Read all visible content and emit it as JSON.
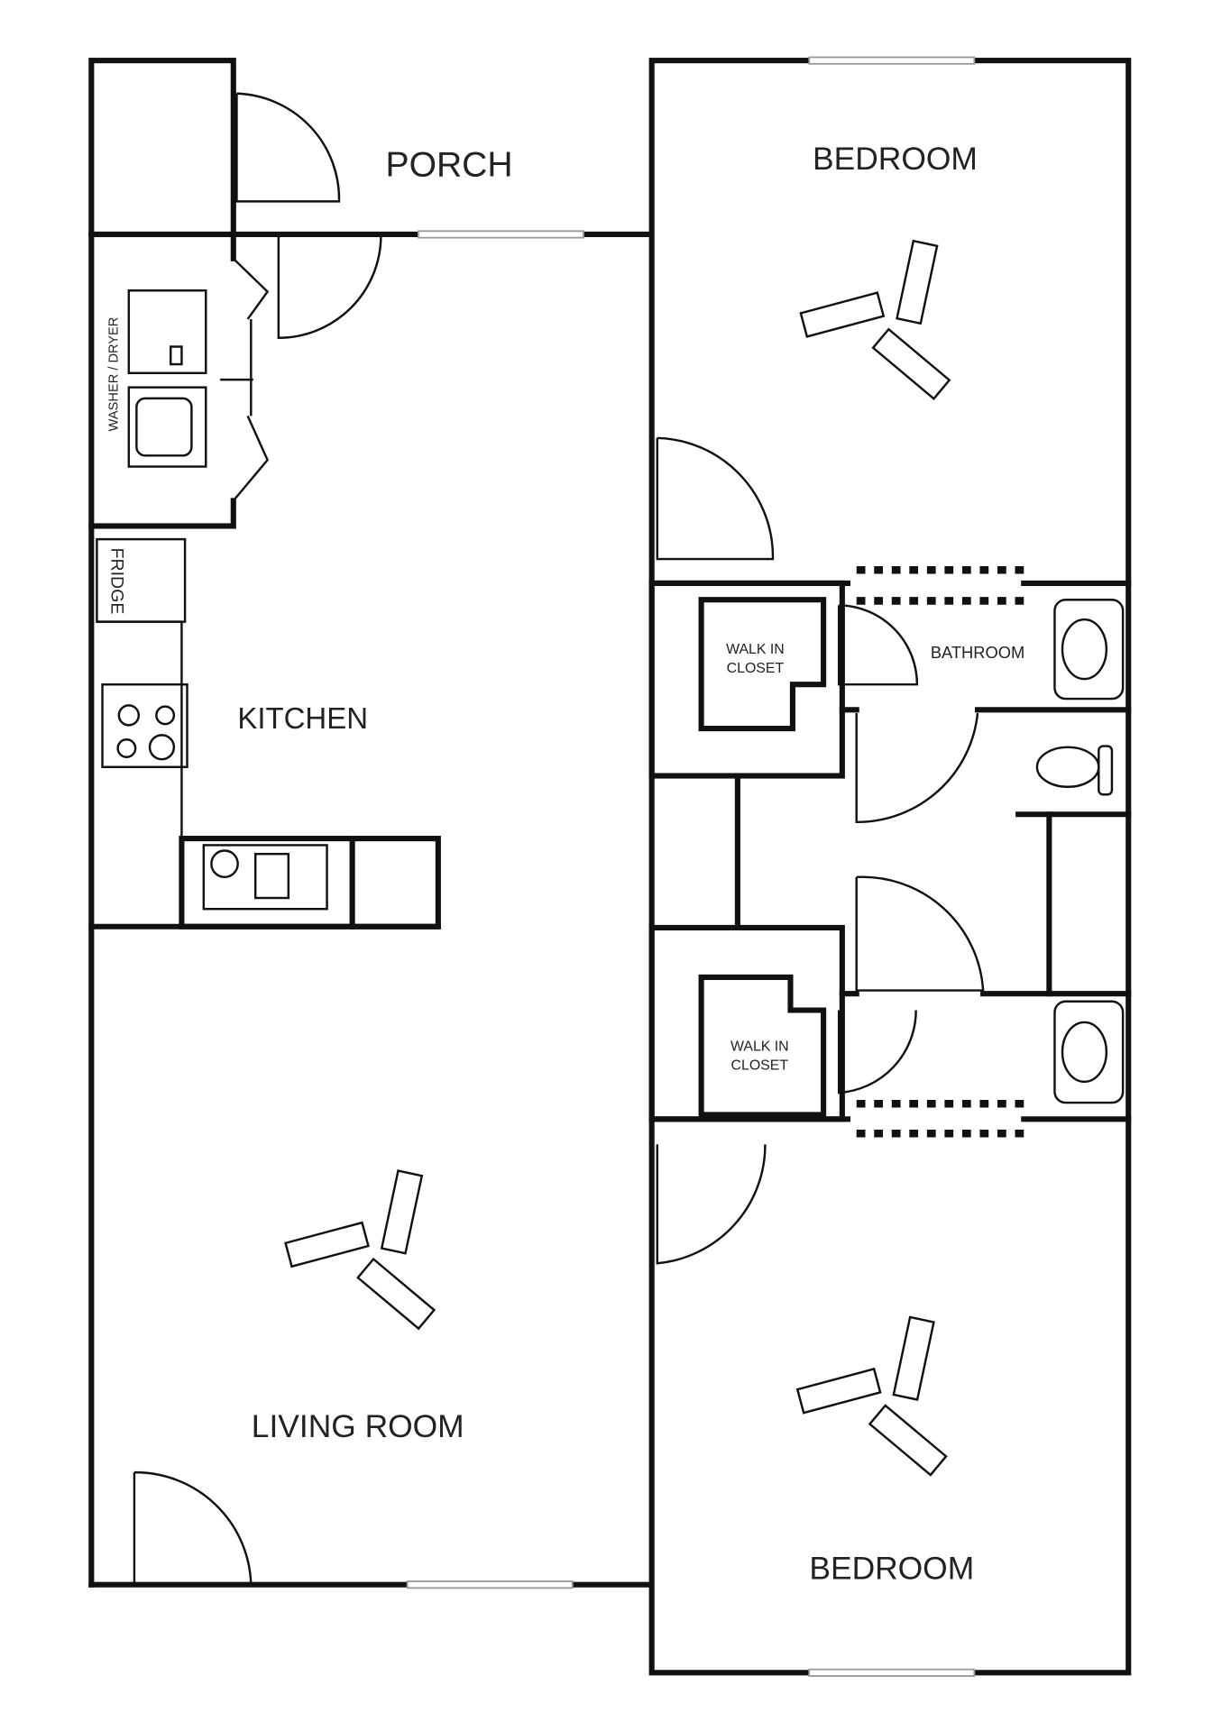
{
  "rooms": {
    "porch": "PORCH",
    "bedroom_top": "BEDROOM",
    "washer_dryer": "WASHER / DRYER",
    "fridge": "FRIDGE",
    "kitchen": "KITCHEN",
    "closet_top": [
      "WALK IN",
      "CLOSET"
    ],
    "bathroom": "BATHROOM",
    "closet_bottom": [
      "WALK IN",
      "CLOSET"
    ],
    "living_room": "LIVING ROOM",
    "bedroom_bottom": "BEDROOM"
  },
  "colors": {
    "wall": "#111111",
    "background": "#ffffff"
  }
}
